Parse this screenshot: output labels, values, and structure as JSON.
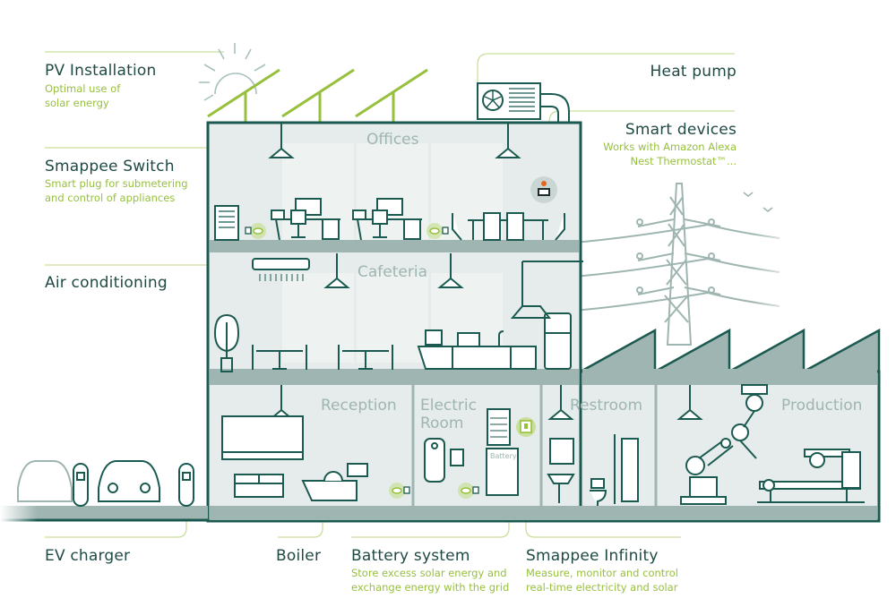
{
  "colors": {
    "dark_green": "#1b5a50",
    "accent_green": "#97c03d",
    "wall_fill": "#e6eceb",
    "floor_fill": "#9fb5b1",
    "room_label": "#9fb5b1",
    "pylon": "#9fb5b1",
    "led_orange": "#e8641d"
  },
  "features": {
    "pv": {
      "title": "PV Installation",
      "sub": [
        "Optimal use of",
        "solar energy"
      ]
    },
    "switch": {
      "title": "Smappee Switch",
      "sub": [
        "Smart plug for submetering",
        "and control of appliances"
      ]
    },
    "ac": {
      "title": "Air conditioning"
    },
    "heat_pump": {
      "title": "Heat pump"
    },
    "smart_devices": {
      "title": "Smart devices",
      "sub": [
        "Works with Amazon Alexa",
        "Nest Thermostat™..."
      ]
    },
    "ev": {
      "title": "EV charger"
    },
    "boiler": {
      "title": "Boiler"
    },
    "battery": {
      "title": "Battery system",
      "sub": [
        "Store excess solar energy and",
        "exchange energy with the grid"
      ]
    },
    "infinity": {
      "title": "Smappee Infinity",
      "sub": [
        "Measure, monitor and control",
        "real-time electricity and solar"
      ]
    }
  },
  "rooms": {
    "offices": "Offices",
    "cafeteria": "Cafeteria",
    "reception": "Reception",
    "electric_room": [
      "Electric",
      "Room"
    ],
    "restroom": "Restroom",
    "production": "Production"
  },
  "device_labels": {
    "battery": "Battery"
  }
}
